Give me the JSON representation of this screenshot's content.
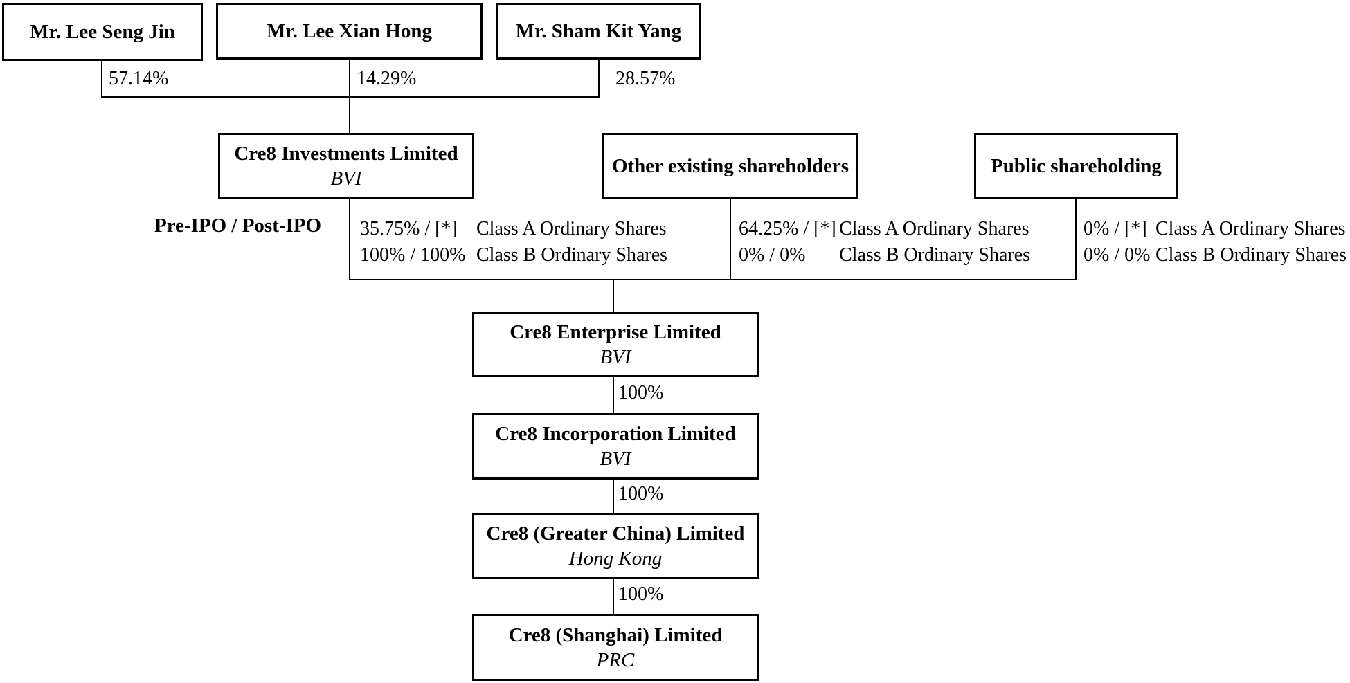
{
  "diagram": {
    "shareholders": [
      {
        "name": "Mr. Lee Seng Jin",
        "pct": "57.14%"
      },
      {
        "name": "Mr. Lee Xian Hong",
        "pct": "14.29%"
      },
      {
        "name": "Mr. Sham Kit Yang",
        "pct": "28.57%"
      }
    ],
    "holdco": {
      "name": "Cre8 Investments Limited",
      "jurisdiction": "BVI"
    },
    "other_shareholders": {
      "name": "Other existing shareholders"
    },
    "public_shareholding": {
      "name": "Public shareholding"
    },
    "ipo_label": "Pre-IPO / Post-IPO",
    "share_columns": [
      {
        "class_a_pct": "35.75% / [*]",
        "class_a": "Class A Ordinary Shares",
        "class_b_pct": "100% / 100%",
        "class_b": "Class B Ordinary Shares"
      },
      {
        "class_a_pct": "64.25% / [*]",
        "class_a": "Class A Ordinary Shares",
        "class_b_pct": "0% / 0%",
        "class_b": "Class B Ordinary Shares"
      },
      {
        "class_a_pct": "0% / [*]",
        "class_a": "Class A Ordinary Shares",
        "class_b_pct": "0% / 0%",
        "class_b": "Class B Ordinary Shares"
      }
    ],
    "chain": [
      {
        "name": "Cre8 Enterprise Limited",
        "jurisdiction": "BVI"
      },
      {
        "name": "Cre8 Incorporation Limited",
        "jurisdiction": "BVI",
        "ownership": "100%"
      },
      {
        "name": "Cre8 (Greater China) Limited",
        "jurisdiction": "Hong Kong",
        "ownership": "100%"
      },
      {
        "name": "Cre8 (Shanghai) Limited",
        "jurisdiction": "PRC",
        "ownership": "100%"
      }
    ],
    "colors": {
      "line": "#000000",
      "background": "#ffffff",
      "text": "#000000"
    }
  }
}
